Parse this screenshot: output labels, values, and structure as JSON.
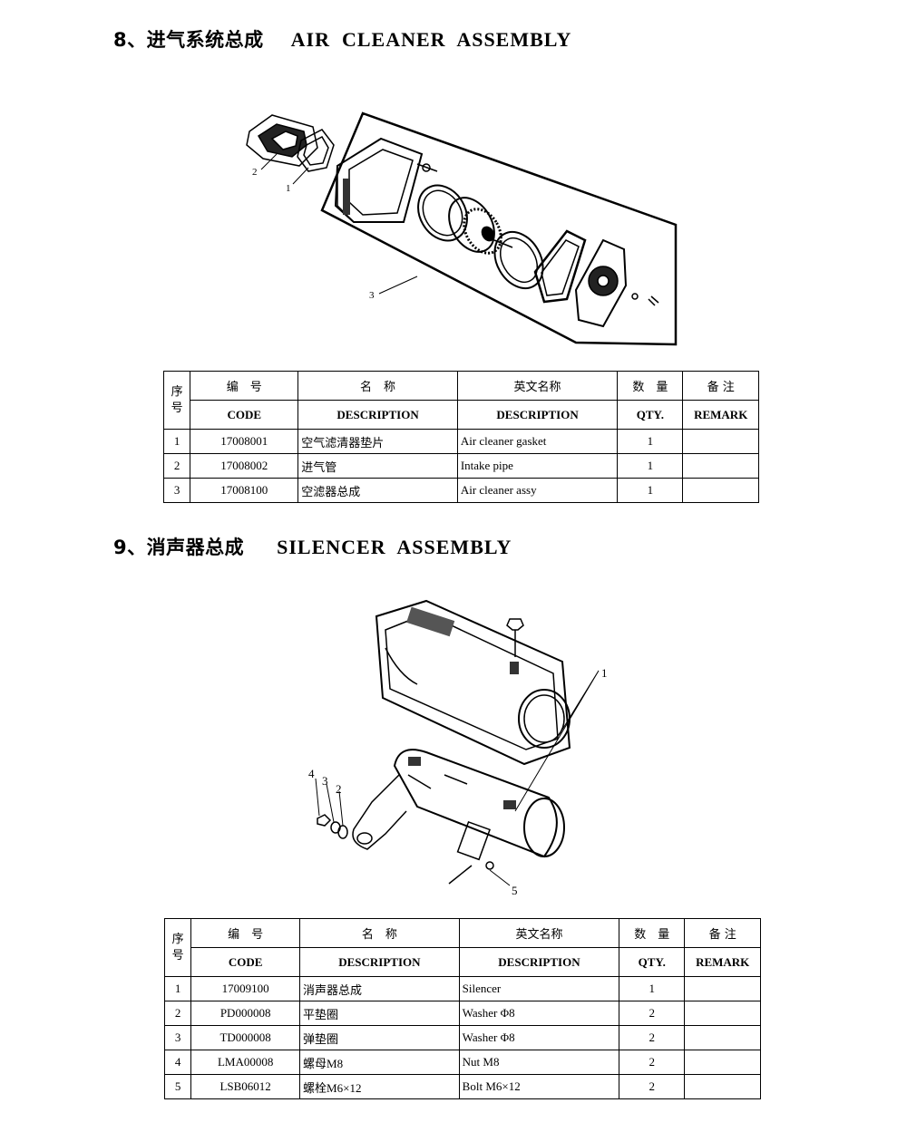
{
  "sections": [
    {
      "number_cn": "8、进气系统总成",
      "title_en": "AIR  CLEANER  ASSEMBLY",
      "callouts": [
        "1",
        "2",
        "3"
      ],
      "rows": [
        {
          "no": "1",
          "code": "17008001",
          "desc_cn": "空气滤清器垫片",
          "desc_en": "Air cleaner gasket",
          "qty": "1",
          "remark": ""
        },
        {
          "no": "2",
          "code": "17008002",
          "desc_cn": "进气管",
          "desc_en": "Intake pipe",
          "qty": "1",
          "remark": ""
        },
        {
          "no": "3",
          "code": "17008100",
          "desc_cn": "空滤器总成",
          "desc_en": "Air cleaner assy",
          "qty": "1",
          "remark": ""
        }
      ]
    },
    {
      "number_cn": "9、消声器总成",
      "title_en": "SILENCER  ASSEMBLY",
      "callouts": [
        "1",
        "2",
        "3",
        "4",
        "5"
      ],
      "rows": [
        {
          "no": "1",
          "code": "17009100",
          "desc_cn": "消声器总成",
          "desc_en": "Silencer",
          "qty": "1",
          "remark": ""
        },
        {
          "no": "2",
          "code": "PD000008",
          "desc_cn": "平垫圈",
          "desc_en": "Washer Φ8",
          "qty": "2",
          "remark": ""
        },
        {
          "no": "3",
          "code": "TD000008",
          "desc_cn": "弹垫圈",
          "desc_en": "Washer Φ8",
          "qty": "2",
          "remark": ""
        },
        {
          "no": "4",
          "code": "LMA00008",
          "desc_cn": "螺母M8",
          "desc_en": "Nut M8",
          "qty": "2",
          "remark": ""
        },
        {
          "no": "5",
          "code": "LSB06012",
          "desc_cn": "螺栓M6×12",
          "desc_en": "Bolt M6×12",
          "qty": "2",
          "remark": ""
        }
      ]
    }
  ],
  "table_header": {
    "seq_cn": "序\n号",
    "code_cn": "编　号",
    "desc_cn": "名　称",
    "edesc_cn": "英文名称",
    "qty_cn": "数　量",
    "remark_cn": "备 注",
    "code_en": "CODE",
    "desc_en": "DESCRIPTION",
    "edesc_en": "DESCRIPTION",
    "qty_en": "QTY.",
    "remark_en": "REMARK"
  }
}
